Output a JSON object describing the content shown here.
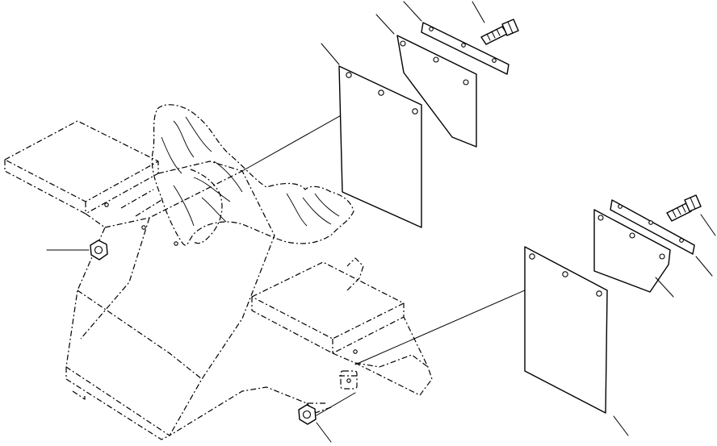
{
  "diagram": {
    "type": "exploded-parts-view",
    "parts": [
      {
        "id": "mud-flap-left"
      },
      {
        "id": "mud-flap-right"
      },
      {
        "id": "bracket-plate-left"
      },
      {
        "id": "bracket-plate-right"
      },
      {
        "id": "retainer-strip-left"
      },
      {
        "id": "retainer-strip-right"
      },
      {
        "id": "bolt-left"
      },
      {
        "id": "bolt-right"
      },
      {
        "id": "nut-left"
      },
      {
        "id": "nut-right"
      },
      {
        "id": "fender-frame"
      }
    ],
    "callout_count": 10,
    "color": "#000000",
    "background": "#ffffff"
  }
}
